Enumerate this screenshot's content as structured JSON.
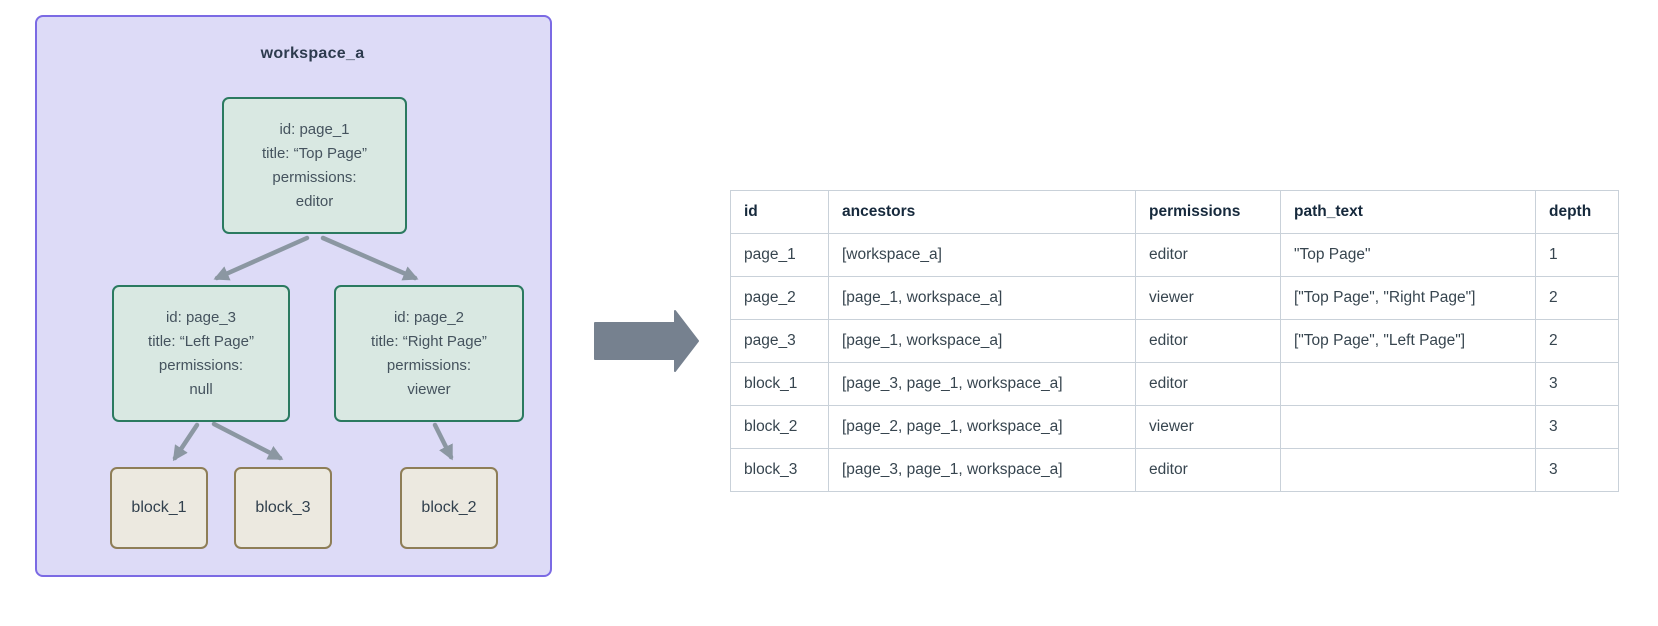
{
  "diagram": {
    "workspace_label": "workspace_a",
    "nodes": {
      "page_1": {
        "lines": [
          "id: page_1",
          "title: “Top Page”",
          "permissions:",
          "editor"
        ]
      },
      "page_3": {
        "lines": [
          "id: page_3",
          "title: “Left Page”",
          "permissions:",
          "null"
        ]
      },
      "page_2": {
        "lines": [
          "id: page_2",
          "title: “Right Page”",
          "permissions:",
          "viewer"
        ]
      },
      "block_1": {
        "label": "block_1"
      },
      "block_3": {
        "label": "block_3"
      },
      "block_2": {
        "label": "block_2"
      }
    },
    "edges": [
      "page_1->page_3",
      "page_1->page_2",
      "page_3->block_1",
      "page_3->block_3",
      "page_2->block_2"
    ]
  },
  "transform_arrow_icon": "right-block-arrow",
  "colors": {
    "workspace_fill": "#dddbf7",
    "workspace_border": "#7b6ae4",
    "page_node_fill": "#d9e8e2",
    "page_node_border": "#2b7a60",
    "block_node_fill": "#ece9e0",
    "block_node_border": "#8e7e57",
    "tree_edge": "#8b97a2",
    "big_arrow": "#76818f",
    "table_border": "#c9d1d9",
    "text_dark": "#2d3b4e"
  },
  "table": {
    "headers": [
      "id",
      "ancestors",
      "permissions",
      "path_text",
      "depth"
    ],
    "rows": [
      [
        "page_1",
        "[workspace_a]",
        "editor",
        "\"Top Page\"",
        "1"
      ],
      [
        "page_2",
        "[page_1, workspace_a]",
        "viewer",
        "[\"Top Page\", \"Right Page\"]",
        "2"
      ],
      [
        "page_3",
        "[page_1, workspace_a]",
        "editor",
        "[\"Top Page\", \"Left Page\"]",
        "2"
      ],
      [
        "block_1",
        "[page_3, page_1, workspace_a]",
        "editor",
        "",
        "3"
      ],
      [
        "block_2",
        "[page_2, page_1, workspace_a]",
        "viewer",
        "",
        "3"
      ],
      [
        "block_3",
        "[page_3, page_1, workspace_a]",
        "editor",
        "",
        "3"
      ]
    ]
  }
}
